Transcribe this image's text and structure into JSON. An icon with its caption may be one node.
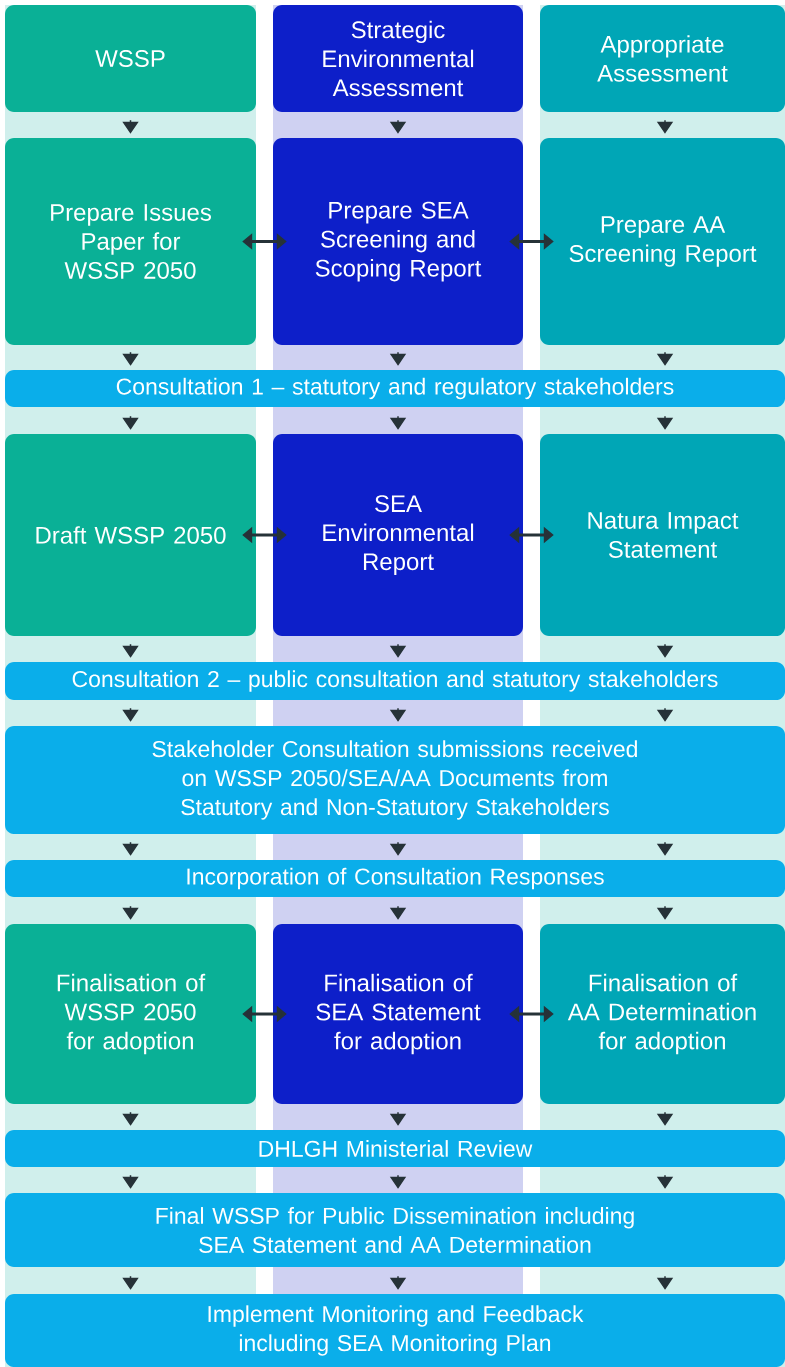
{
  "diagram": {
    "nodes": [
      {
        "text": [
          "WSSP"
        ]
      },
      {
        "text": [
          "Strategic Environmental Assessment"
        ]
      },
      {
        "text": [
          "Appropriate Assessment"
        ]
      },
      {
        "text": [
          "Prepare Issues Paper for WSSP 2050"
        ]
      },
      {
        "text": [
          "Prepare SEA Screening and Scoping Report"
        ]
      },
      {
        "text": [
          "Prepare AA Screening Report"
        ]
      },
      {
        "text": [
          "Consultation 1 – statutory and regulatory stakeholders"
        ]
      },
      {
        "text": [
          "Draft WSSP 2050"
        ]
      },
      {
        "text": [
          "SEA Environmental Report"
        ]
      },
      {
        "text": [
          "Natura Impact Statement"
        ]
      },
      {
        "text": [
          "Consultation 2 – public consultation and statutory stakeholders"
        ]
      },
      {
        "text": [
          "Stakeholder Consultation submissions received on WSSP 2050/SEA/AA Documents from Statutory and Non-Statutory Stakeholders"
        ]
      },
      {
        "text": [
          "Incorporation of Consultation Responses"
        ]
      },
      {
        "text": [
          "Finalisation of WSSP 2050 for adoption"
        ]
      },
      {
        "text": [
          "Finalisation of SEA Statement for adoption"
        ]
      },
      {
        "text": [
          "Finalisation of AA Determination for adoption"
        ]
      },
      {
        "text": [
          "DHLGH Ministerial Review"
        ]
      },
      {
        "text": [
          "Final WSSP for Public Dissemination including SEA Statement and AA Determination"
        ]
      },
      {
        "text": [
          "Implement Monitoring and Feedback including SEA Monitoring Plan"
        ]
      }
    ],
    "edges": [
      {
        "from": 0,
        "to": 3,
        "arrow": "to"
      },
      {
        "from": 1,
        "to": 4,
        "arrow": "to"
      },
      {
        "from": 2,
        "to": 5,
        "arrow": "to"
      },
      {
        "from": 3,
        "to": 4,
        "arrow": "both"
      },
      {
        "from": 4,
        "to": 5,
        "arrow": "both"
      },
      {
        "from": 3,
        "to": 6,
        "arrow": "to"
      },
      {
        "from": 4,
        "to": 6,
        "arrow": "to"
      },
      {
        "from": 5,
        "to": 6,
        "arrow": "to"
      },
      {
        "from": 6,
        "to": 7,
        "arrow": "to"
      },
      {
        "from": 6,
        "to": 8,
        "arrow": "to"
      },
      {
        "from": 6,
        "to": 9,
        "arrow": "to"
      },
      {
        "from": 7,
        "to": 8,
        "arrow": "both"
      },
      {
        "from": 8,
        "to": 9,
        "arrow": "both"
      },
      {
        "from": 7,
        "to": 10,
        "arrow": "to"
      },
      {
        "from": 8,
        "to": 10,
        "arrow": "to"
      },
      {
        "from": 9,
        "to": 10,
        "arrow": "to"
      },
      {
        "from": 10,
        "to": 11,
        "arrow": "to"
      },
      {
        "from": 10,
        "to": 11,
        "arrow": "to"
      },
      {
        "from": 10,
        "to": 11,
        "arrow": "to"
      },
      {
        "from": 11,
        "to": 12,
        "arrow": "to"
      },
      {
        "from": 11,
        "to": 12,
        "arrow": "to"
      },
      {
        "from": 11,
        "to": 12,
        "arrow": "to"
      },
      {
        "from": 12,
        "to": 13,
        "arrow": "to"
      },
      {
        "from": 12,
        "to": 14,
        "arrow": "to"
      },
      {
        "from": 12,
        "to": 15,
        "arrow": "to"
      },
      {
        "from": 13,
        "to": 14,
        "arrow": "both"
      },
      {
        "from": 14,
        "to": 15,
        "arrow": "both"
      },
      {
        "from": 13,
        "to": 16,
        "arrow": "to"
      },
      {
        "from": 14,
        "to": 16,
        "arrow": "to"
      },
      {
        "from": 15,
        "to": 16,
        "arrow": "to"
      },
      {
        "from": 16,
        "to": 17,
        "arrow": "to"
      },
      {
        "from": 16,
        "to": 17,
        "arrow": "to"
      },
      {
        "from": 16,
        "to": 17,
        "arrow": "to"
      },
      {
        "from": 17,
        "to": 18,
        "arrow": "to"
      },
      {
        "from": 17,
        "to": 18,
        "arrow": "to"
      },
      {
        "from": 17,
        "to": 18,
        "arrow": "to"
      }
    ]
  }
}
